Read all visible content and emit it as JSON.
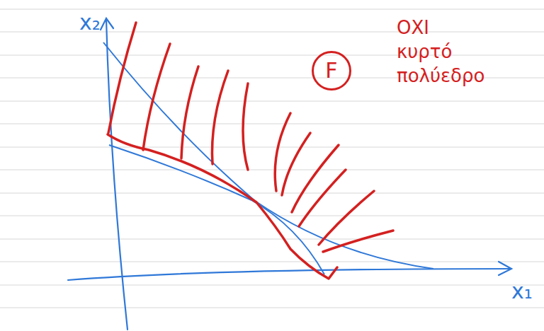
{
  "diagram": {
    "nodes": [
      {
        "text": [
          "F"
        ]
      }
    ],
    "labels": [
      "x₂",
      "x₁",
      "ΟΧΙ κυρτό πολύεδρο"
    ]
  }
}
